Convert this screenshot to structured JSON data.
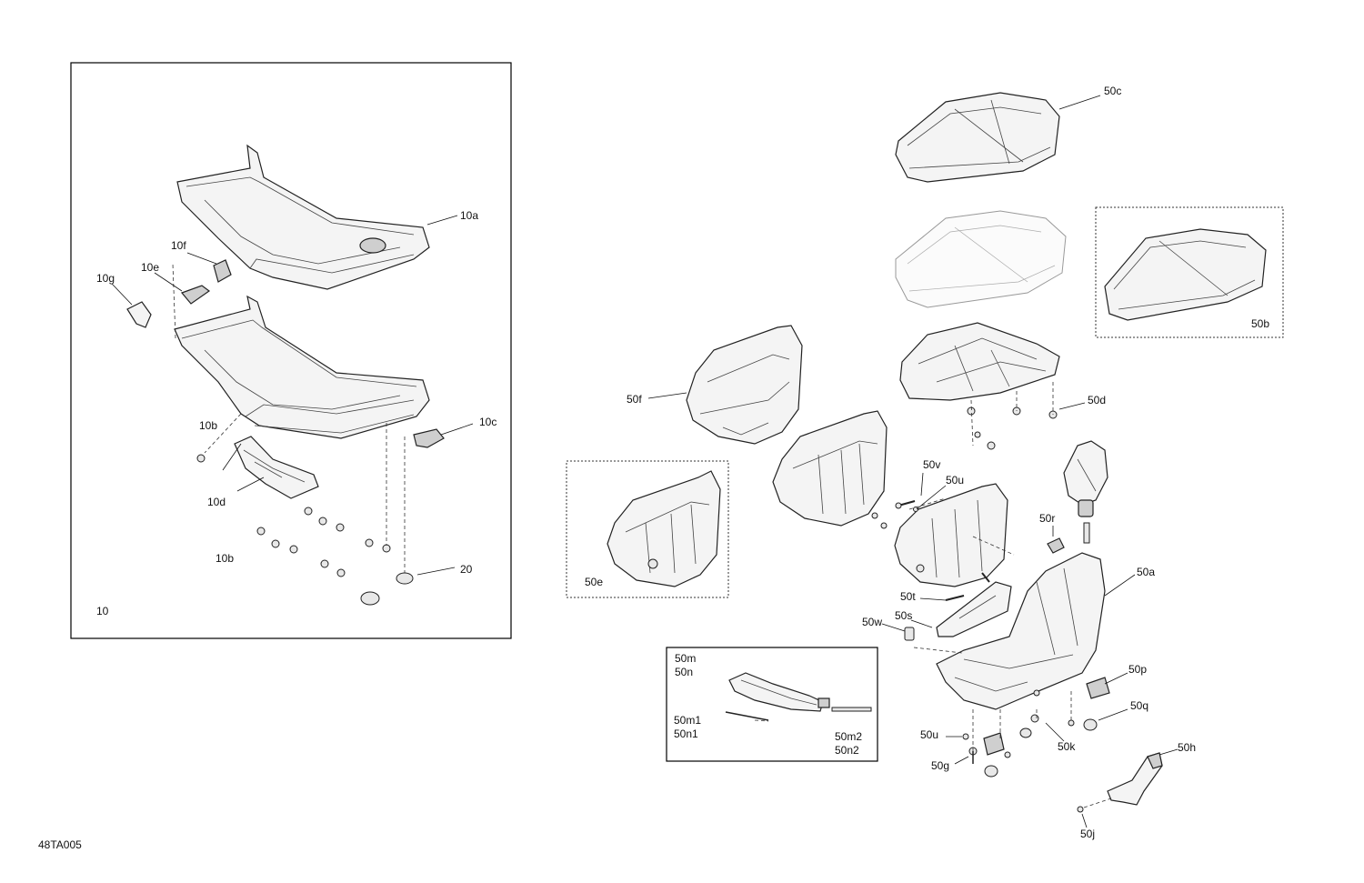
{
  "diagram_id": "48TA005",
  "group_label": "10",
  "labels": {
    "l10a": "10a",
    "l10b_top": "10b",
    "l10b_bottom": "10b",
    "l10c": "10c",
    "l10d": "10d",
    "l10e": "10e",
    "l10f": "10f",
    "l10g": "10g",
    "l20": "20",
    "l50a": "50a",
    "l50b": "50b",
    "l50c": "50c",
    "l50d": "50d",
    "l50e": "50e",
    "l50f": "50f",
    "l50g": "50g",
    "l50h": "50h",
    "l50j": "50j",
    "l50k": "50k",
    "l50m": "50m",
    "l50n": "50n",
    "l50m1": "50m1",
    "l50n1": "50n1",
    "l50m2": "50m2",
    "l50n2": "50n2",
    "l50p": "50p",
    "l50q": "50q",
    "l50r": "50r",
    "l50s": "50s",
    "l50t": "50t",
    "l50u_top": "50u",
    "l50u_bottom": "50u",
    "l50v": "50v",
    "l50w": "50w"
  }
}
